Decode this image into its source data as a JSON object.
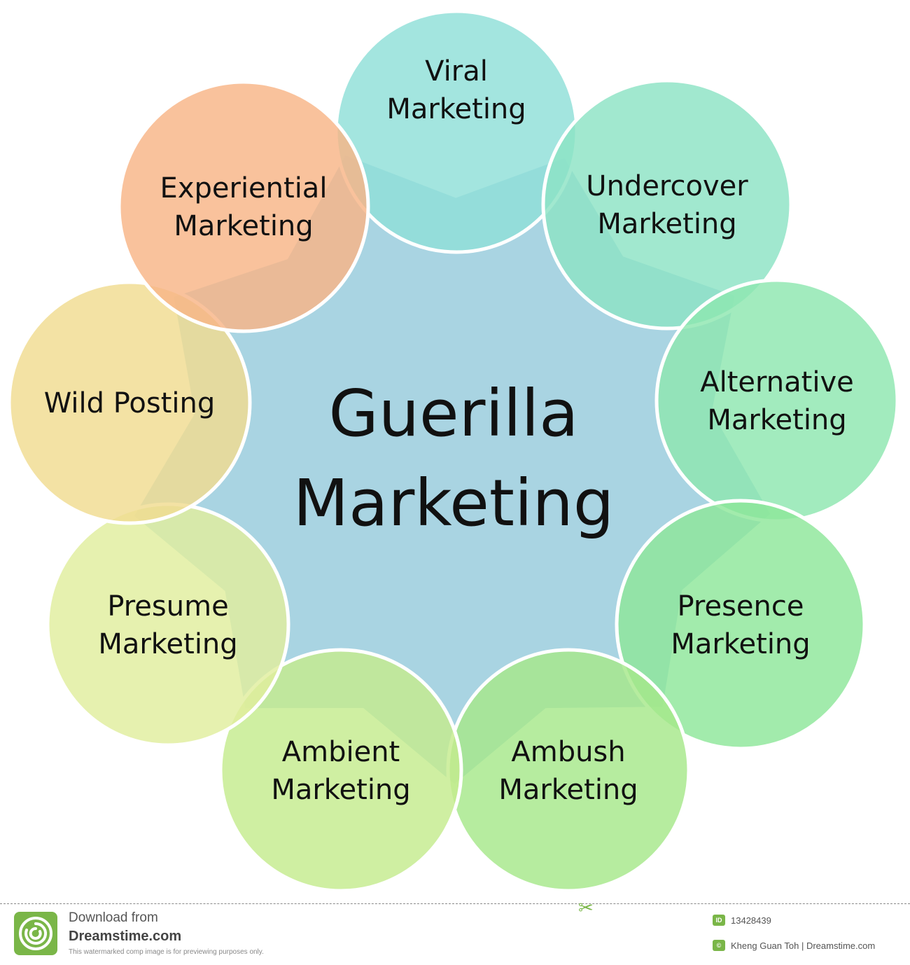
{
  "diagram": {
    "center_lines": [
      "Guerilla",
      "Marketing"
    ],
    "nodes": [
      {
        "lines": [
          "Viral",
          "Marketing"
        ],
        "color": "#8fdfd8"
      },
      {
        "lines": [
          "Undercover",
          "Marketing"
        ],
        "color": "#8ce3c4"
      },
      {
        "lines": [
          "Alternative",
          "Marketing"
        ],
        "color": "#8ee6b0"
      },
      {
        "lines": [
          "Presence",
          "Marketing"
        ],
        "color": "#8ee69a"
      },
      {
        "lines": [
          "Ambush",
          "Marketing"
        ],
        "color": "#a6e88a"
      },
      {
        "lines": [
          "Ambient",
          "Marketing"
        ],
        "color": "#c4ec8e"
      },
      {
        "lines": [
          "Presume",
          "Marketing"
        ],
        "color": "#e0ee9e"
      },
      {
        "lines": [
          "Wild Posting"
        ],
        "color": "#f0dc90"
      },
      {
        "lines": [
          "Experiential",
          "Marketing"
        ],
        "color": "#f8b486"
      }
    ],
    "center_color": "#a9d4e2"
  },
  "footer": {
    "download_from": "Download from",
    "site": "Dreamstime.com",
    "note": "This watermarked comp image is for previewing purposes only.",
    "id_badge": "ID",
    "id_value": "13428439",
    "copyright_badge": "©",
    "credit": "Kheng Guan Toh | Dreamstime.com"
  }
}
